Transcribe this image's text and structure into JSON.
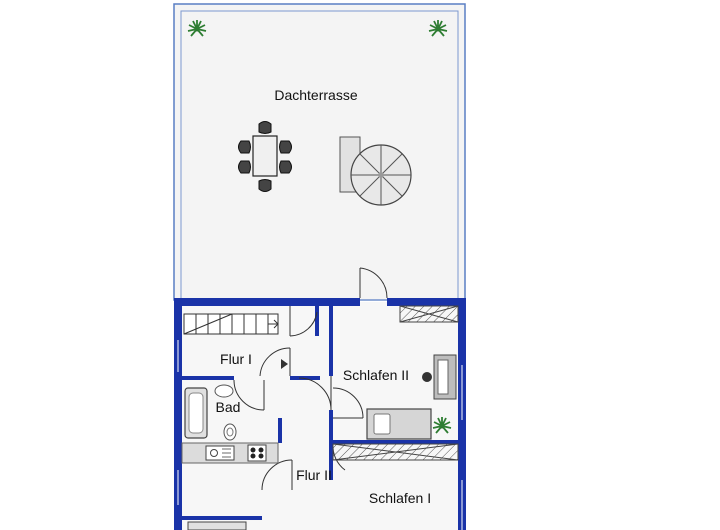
{
  "floor_plan": {
    "rooms": {
      "terrace": "Dachterrasse",
      "hall_1": "Flur I",
      "bath": "Bad",
      "bedroom_2": "Schlafen II",
      "hall_2": "Flur II",
      "bedroom_1": "Schlafen I"
    },
    "colors": {
      "wall": "#1a33a8",
      "thin_line": "#5a7fc4",
      "floor": "#f4f4f4",
      "fixture": "#8a8a8a",
      "plant": "#2e7d32"
    },
    "icons": [
      "plant-icon",
      "table-icon",
      "chair-icon",
      "spiral-staircase-icon",
      "staircase-icon",
      "bathtub-icon",
      "toilet-icon",
      "sink-icon",
      "stove-icon",
      "wardrobe-icon",
      "door-swing-icon"
    ]
  }
}
